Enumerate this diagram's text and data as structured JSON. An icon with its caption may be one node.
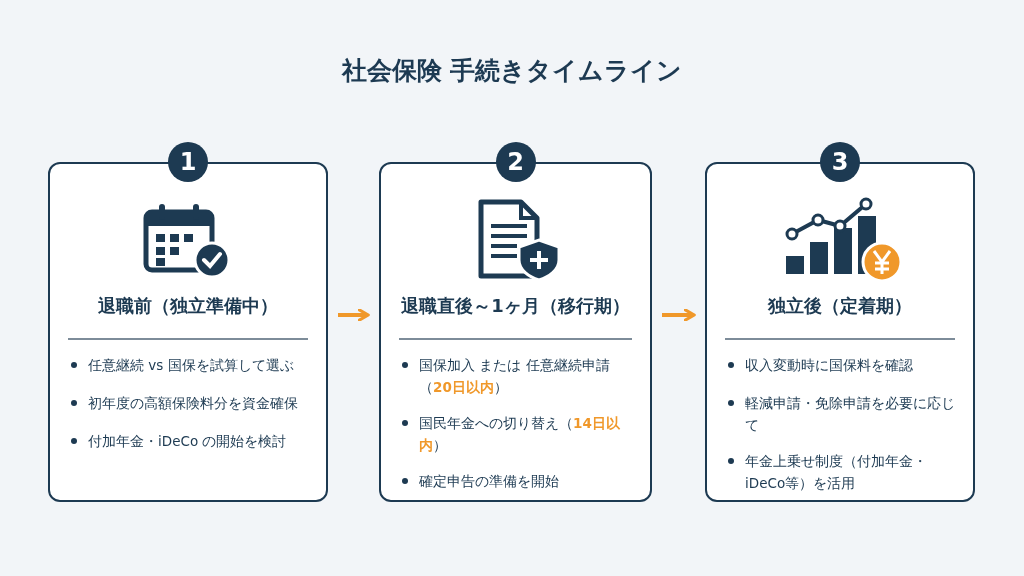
{
  "diagram": {
    "title": "社会保険 手続きタイムライン",
    "nodes": [
      {
        "text": [
          "1",
          "退職前（独立準備中）",
          "任意継続 vs 国保を試算して選ぶ",
          "初年度の高額保険料分を資金確保",
          "付加年金・iDeCo の開始を検討"
        ]
      },
      {
        "text": [
          "2",
          "退職直後～1ヶ月（移行期）",
          "国保加入 または 任意継続申請（**20日以内**）",
          "国民年金への切り替え（**14日以内**）",
          "確定申告の準備を開始"
        ]
      },
      {
        "text": [
          "3",
          "独立後（定着期）",
          "収入変動時に国保料を確認",
          "軽減申請・免除申請を必要に応じて",
          "年金上乗せ制度（付加年金・iDeCo等）を活用"
        ]
      }
    ],
    "edges": [
      {
        "from": 0,
        "to": 1,
        "arrow": "to"
      },
      {
        "from": 1,
        "to": 2,
        "arrow": "to"
      }
    ]
  }
}
